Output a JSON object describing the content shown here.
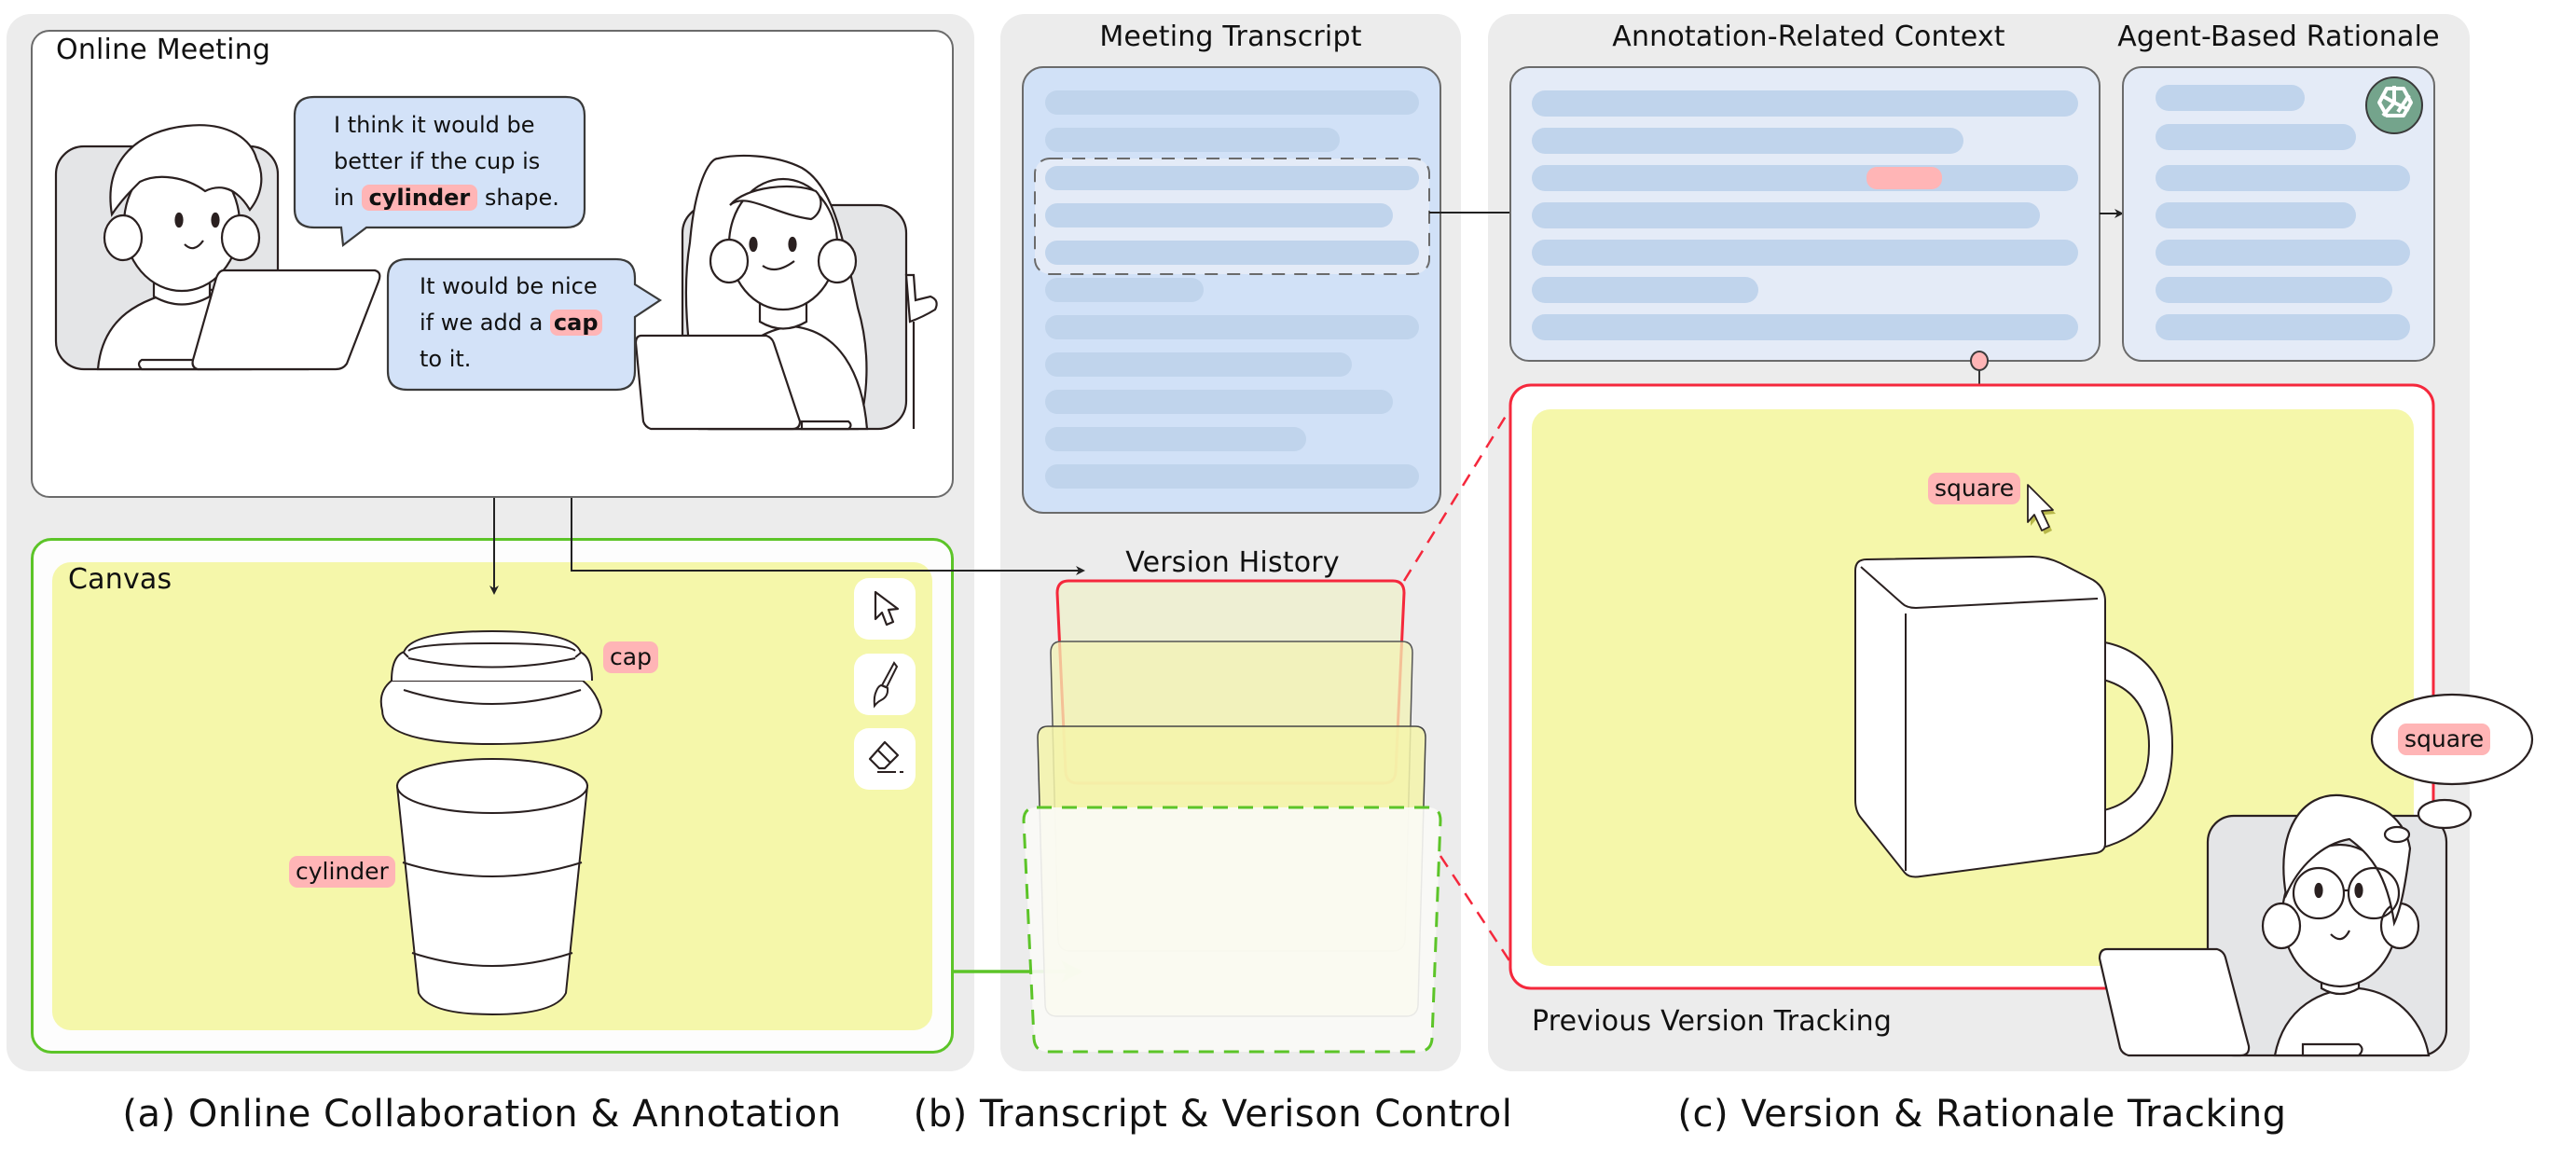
{
  "panels": {
    "a": {
      "caption": "(a) Online Collaboration & Annotation",
      "meeting_title": "Online Meeting",
      "canvas_title": "Canvas",
      "speech_1": {
        "line1": "I think it would be",
        "line2": "better if the cup is",
        "line3_pre": "in",
        "highlight": "cylinder",
        "line3_post": "shape."
      },
      "speech_2": {
        "line1": "It would be nice",
        "line2_pre": "if we add a",
        "highlight": "cap",
        "line3": "to it."
      },
      "canvas_tags": {
        "cap": "cap",
        "cylinder": "cylinder"
      },
      "tools": [
        {
          "name": "select",
          "icon": "cursor-icon"
        },
        {
          "name": "brush",
          "icon": "brush-icon"
        },
        {
          "name": "eraser",
          "icon": "eraser-icon"
        }
      ]
    },
    "b": {
      "caption": "(b) Transcript & Verison Control",
      "transcript_title": "Meeting Transcript",
      "version_title": "Version History",
      "version_count": 4
    },
    "c": {
      "caption": "(c) Version & Rationale Tracking",
      "context_title": "Annotation-Related Context",
      "rationale_title": "Agent-Based Rationale",
      "tracking_title": "Previous Version Tracking",
      "annotation_tag": "square",
      "thought_tag": "square",
      "agent_icon": "openai-logo-icon"
    }
  },
  "colors": {
    "panel_bg": "#ececec",
    "canvas_yellow": "#f5f7aa",
    "transcript_blue": "#d1e1f7",
    "bar_blue": "#c0d4ec",
    "context_bg": "#e4ebf7",
    "highlight_pink": "#ffb5b6",
    "green": "#5cc428",
    "red": "#f5283c",
    "agent_green": "#74a48c"
  }
}
